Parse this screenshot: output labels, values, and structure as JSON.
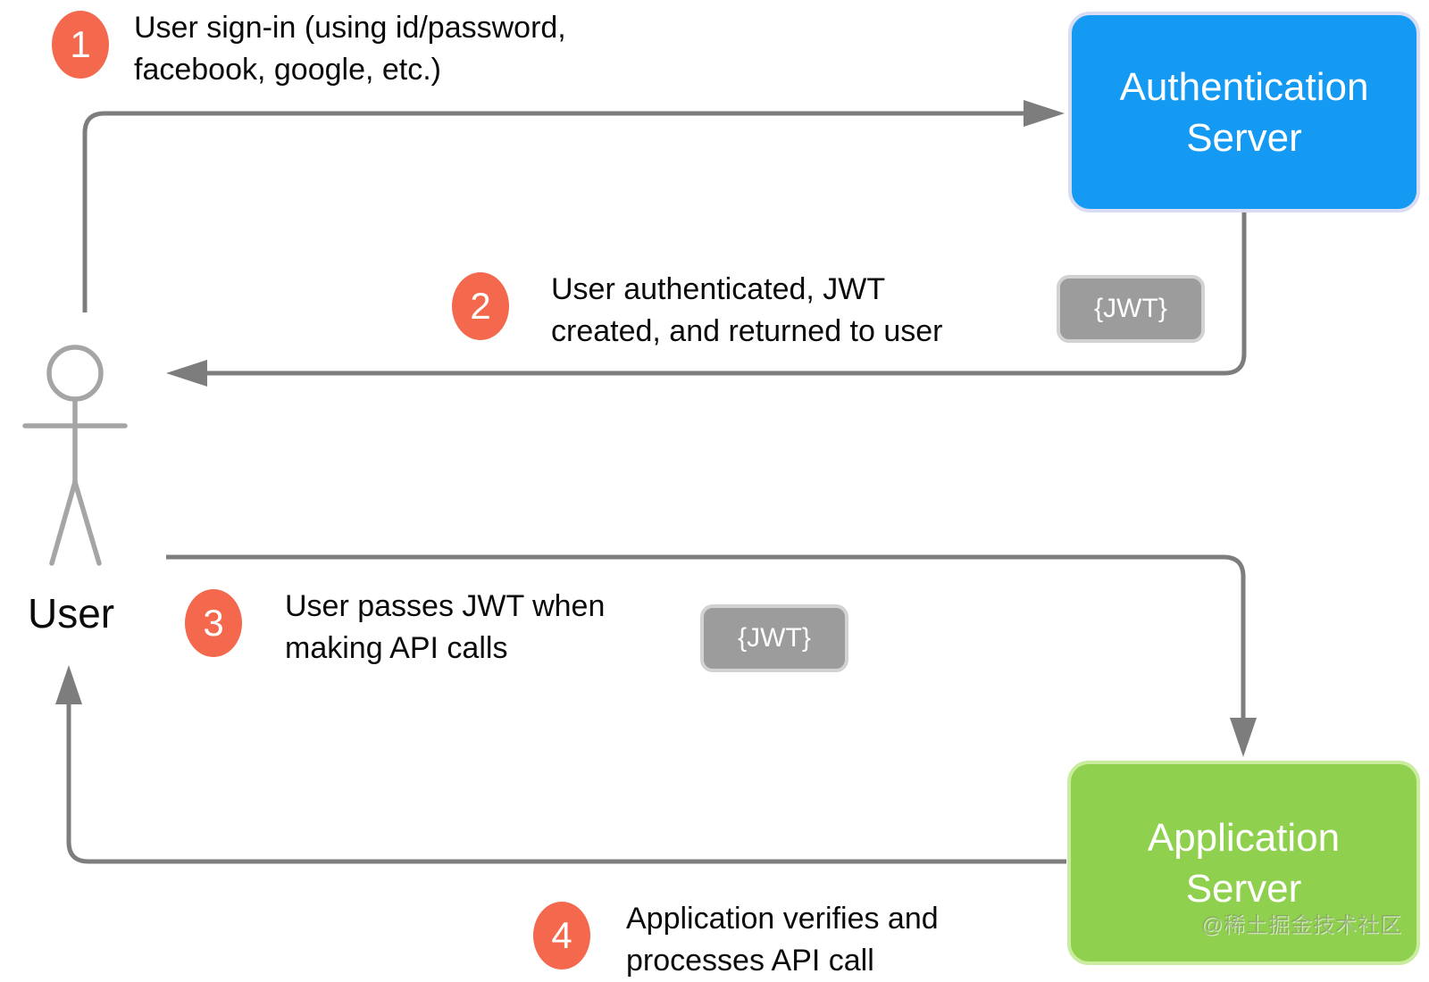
{
  "diagram": {
    "actor": {
      "label": "User"
    },
    "nodes": {
      "auth_server": {
        "label": "Authentication Server"
      },
      "app_server": {
        "label": "Application Server"
      }
    },
    "steps": [
      {
        "number": "1",
        "lines": [
          "User sign-in (using id/password,",
          "facebook, google, etc.)"
        ]
      },
      {
        "number": "2",
        "lines": [
          "User authenticated, JWT",
          "created, and returned to user"
        ]
      },
      {
        "number": "3",
        "lines": [
          "User passes JWT when",
          "making API calls"
        ]
      },
      {
        "number": "4",
        "lines": [
          "Application verifies and",
          "processes API call"
        ]
      }
    ],
    "jwt_badges": [
      {
        "label": "{JWT}"
      },
      {
        "label": "{JWT}"
      }
    ],
    "watermark": "@稀土掘金技术社区"
  },
  "colors": {
    "step-red": "#F4694D",
    "auth-blue": "#149AF3",
    "auth-border": "#D9DDF4",
    "app-green": "#8FD04E",
    "app-border": "#C9EC9F",
    "line-gray": "#7D7D7D",
    "actor-gray": "#A5A5A5",
    "badge-gray": "#9C9C9C",
    "badge-border": "#D2D2D2"
  }
}
